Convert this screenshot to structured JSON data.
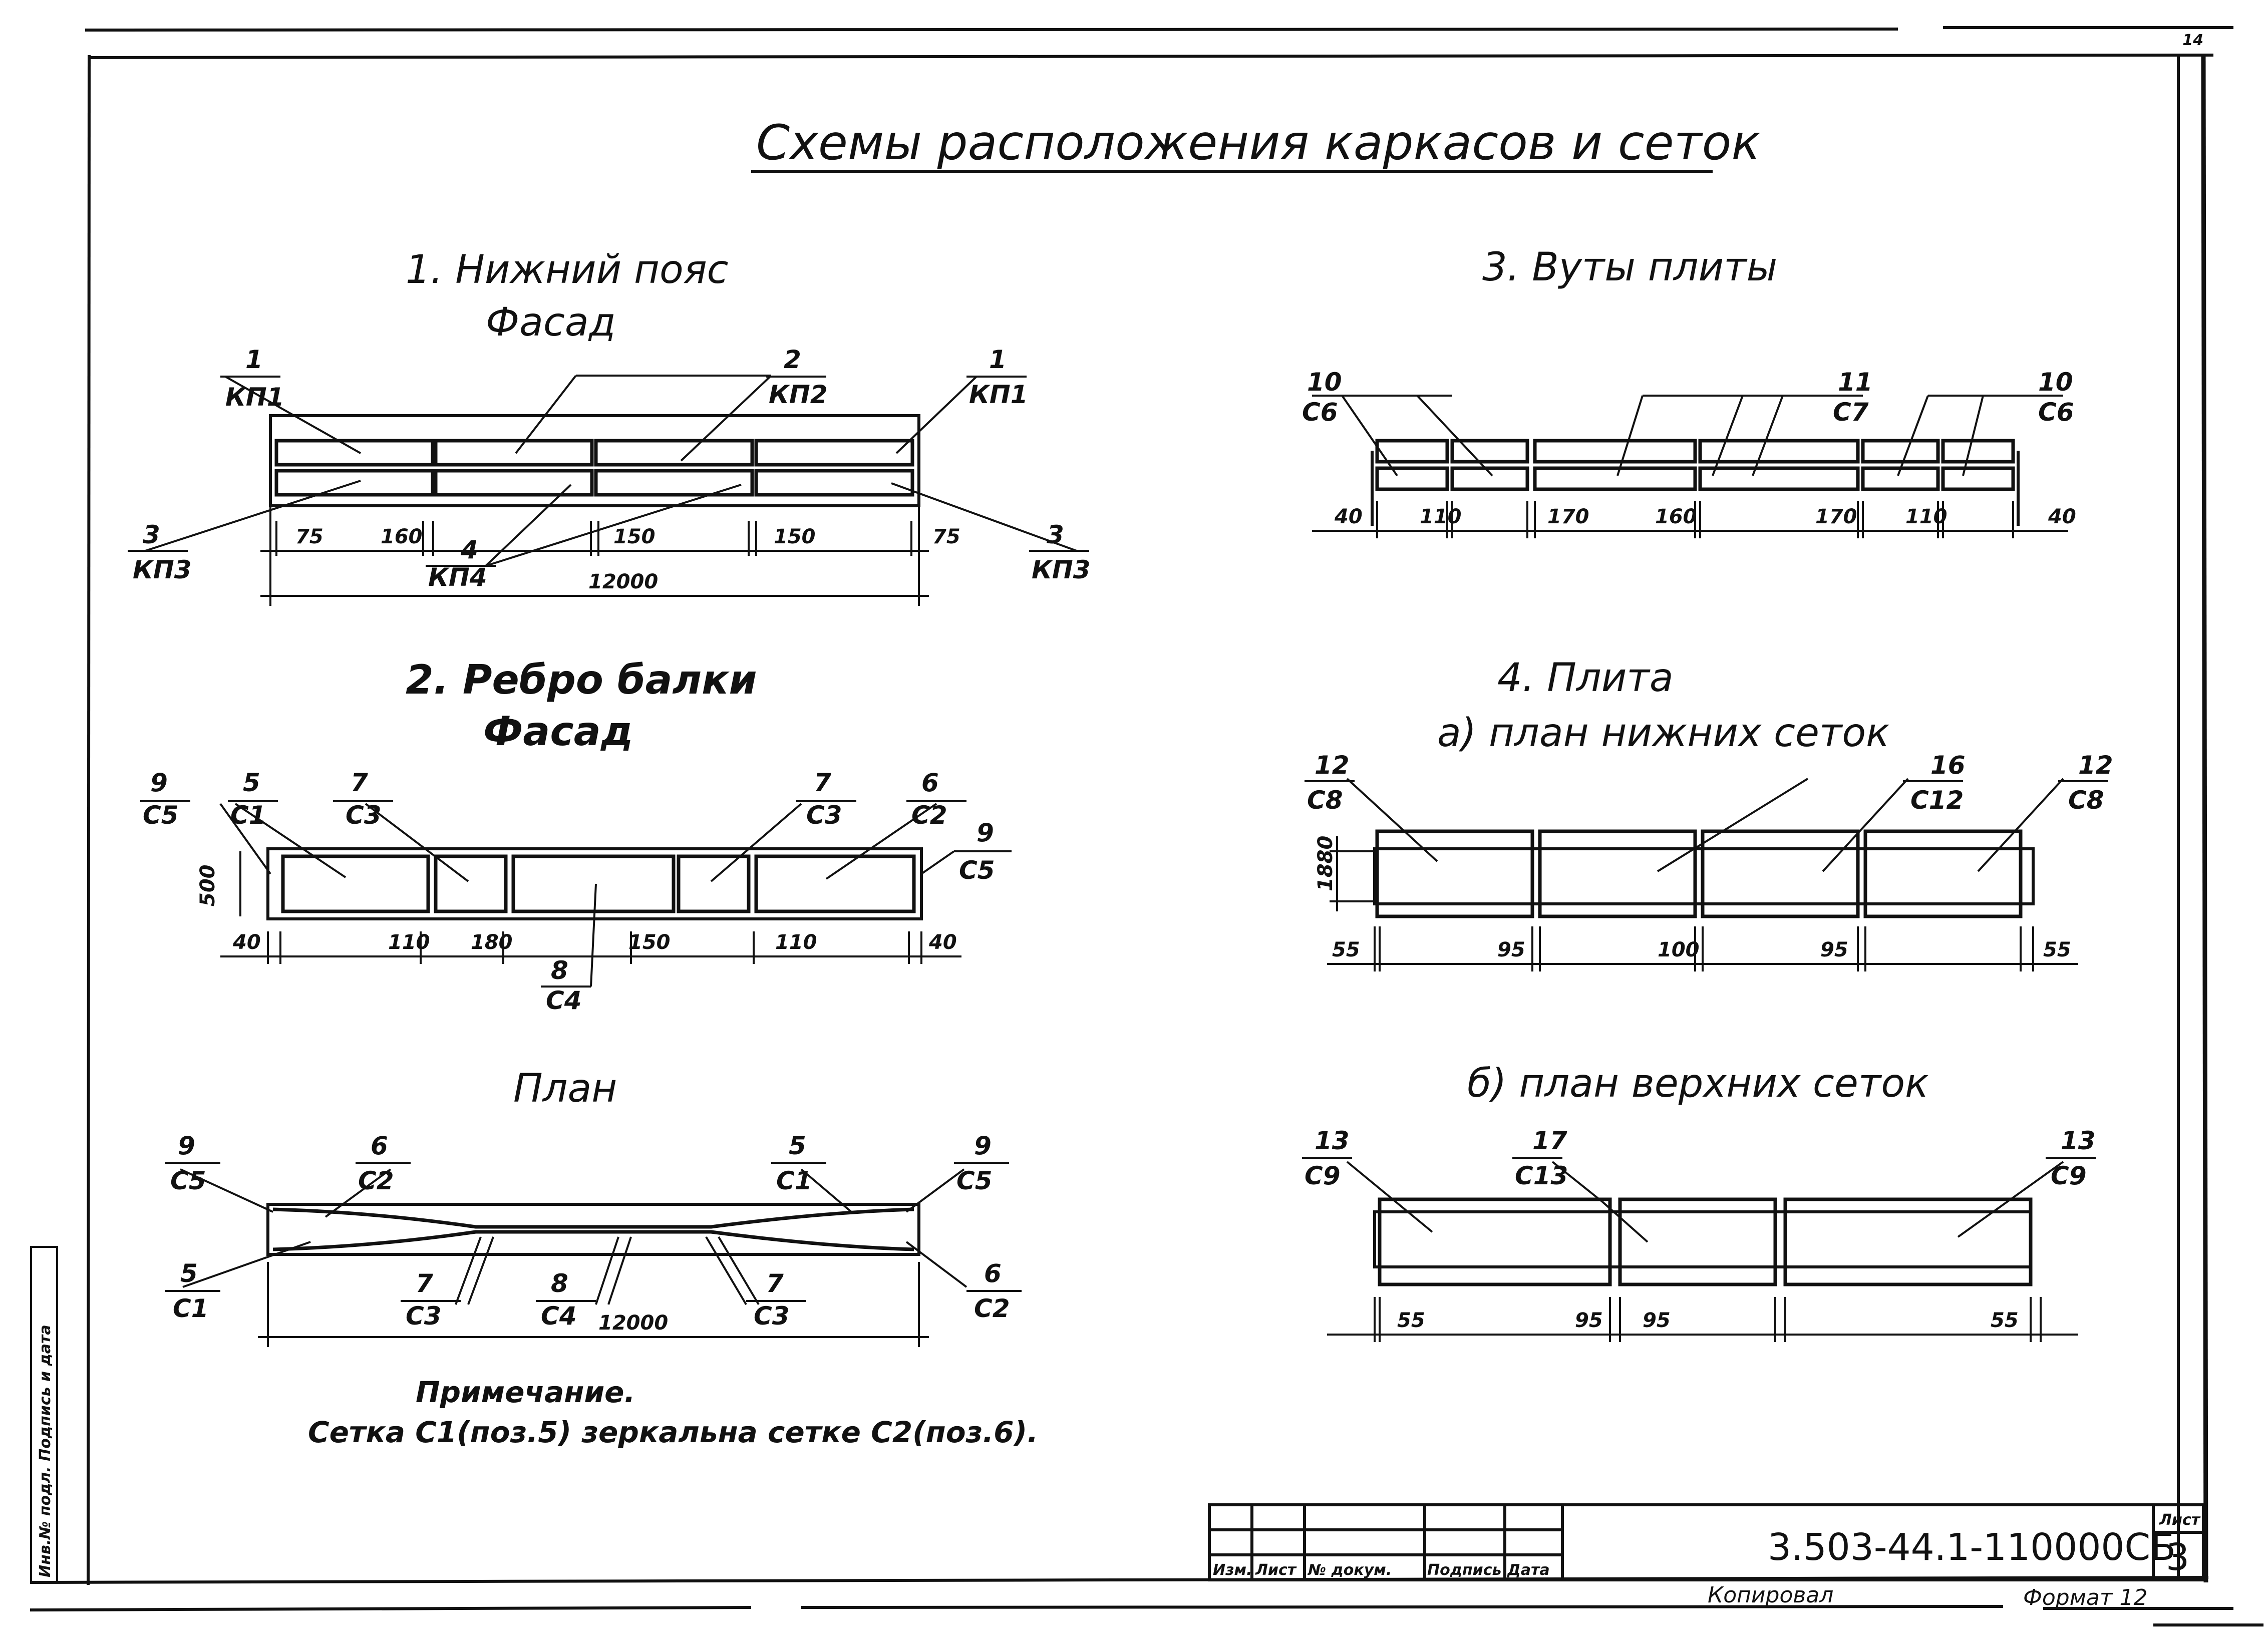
{
  "title": "Схемы расположения каркасов и сеток",
  "stamp": {
    "left_vertical": "Инв.№ подл. Подпись и дата",
    "corner_number": "14"
  },
  "sections": {
    "s1": {
      "title": "1. Нижний пояс",
      "subtitle": "Фасад",
      "labels": [
        {
          "num": "1",
          "code": "КП1"
        },
        {
          "num": "2",
          "code": "КП2"
        },
        {
          "num": "1",
          "code": "КП1"
        },
        {
          "num": "3",
          "code": "КП3"
        },
        {
          "num": "3",
          "code": "КП3"
        },
        {
          "num": "4",
          "code": "КП4"
        }
      ],
      "dims": [
        "75",
        "160",
        "150",
        "150",
        "75",
        "12000"
      ]
    },
    "s2": {
      "title": "2. Ребро балки",
      "subtitle": "Фасад",
      "labels": [
        {
          "num": "9",
          "code": "С5"
        },
        {
          "num": "5",
          "code": "С1"
        },
        {
          "num": "7",
          "code": "С3"
        },
        {
          "num": "7",
          "code": "С3"
        },
        {
          "num": "6",
          "code": "С2"
        },
        {
          "num": "9",
          "code": "С5"
        },
        {
          "num": "8",
          "code": "С4"
        }
      ],
      "dims": [
        "500",
        "40",
        "110",
        "180",
        "150",
        "110",
        "40"
      ]
    },
    "plan": {
      "title": "План",
      "labels": [
        {
          "num": "9",
          "code": "С5"
        },
        {
          "num": "6",
          "code": "С2"
        },
        {
          "num": "5",
          "code": "С1"
        },
        {
          "num": "9",
          "code": "С5"
        },
        {
          "num": "5",
          "code": "С1"
        },
        {
          "num": "6",
          "code": "С2"
        },
        {
          "num": "7",
          "code": "С3"
        },
        {
          "num": "8",
          "code": "С4"
        },
        {
          "num": "7",
          "code": "С3"
        }
      ],
      "dims": [
        "12000"
      ]
    },
    "s3": {
      "title": "3. Вуты плиты",
      "labels": [
        {
          "num": "10",
          "code": "С6"
        },
        {
          "num": "11",
          "code": "С7"
        },
        {
          "num": "10",
          "code": "С6"
        }
      ],
      "dims": [
        "40",
        "110",
        "170",
        "160",
        "170",
        "110",
        "40"
      ]
    },
    "s4": {
      "title": "4. Плита",
      "sub_a": "а) план нижних сеток",
      "a_labels": [
        {
          "num": "12",
          "code": "С8"
        },
        {
          "num": "16",
          "code": "С12"
        },
        {
          "num": "12",
          "code": "С8"
        }
      ],
      "a_dims": [
        "1880",
        "55",
        "95",
        "100",
        "95",
        "55"
      ],
      "sub_b": "б) план верхних сеток",
      "b_labels": [
        {
          "num": "13",
          "code": "С9"
        },
        {
          "num": "17",
          "code": "С13"
        },
        {
          "num": "13",
          "code": "С9"
        }
      ],
      "b_dims": [
        "55",
        "95",
        "95",
        "55"
      ]
    }
  },
  "note": {
    "title": "Примечание.",
    "text": "Сетка С1(поз.5) зеркальна сетке С2(поз.6)."
  },
  "title_block": {
    "columns": [
      "Изм.",
      "Лист",
      "№ докум.",
      "Подпись",
      "Дата"
    ],
    "code": "3.503-44.1-110000СБ",
    "sheet_label": "Лист",
    "sheet_number": "3",
    "copied": "Копировал",
    "format": "Формат 12"
  }
}
